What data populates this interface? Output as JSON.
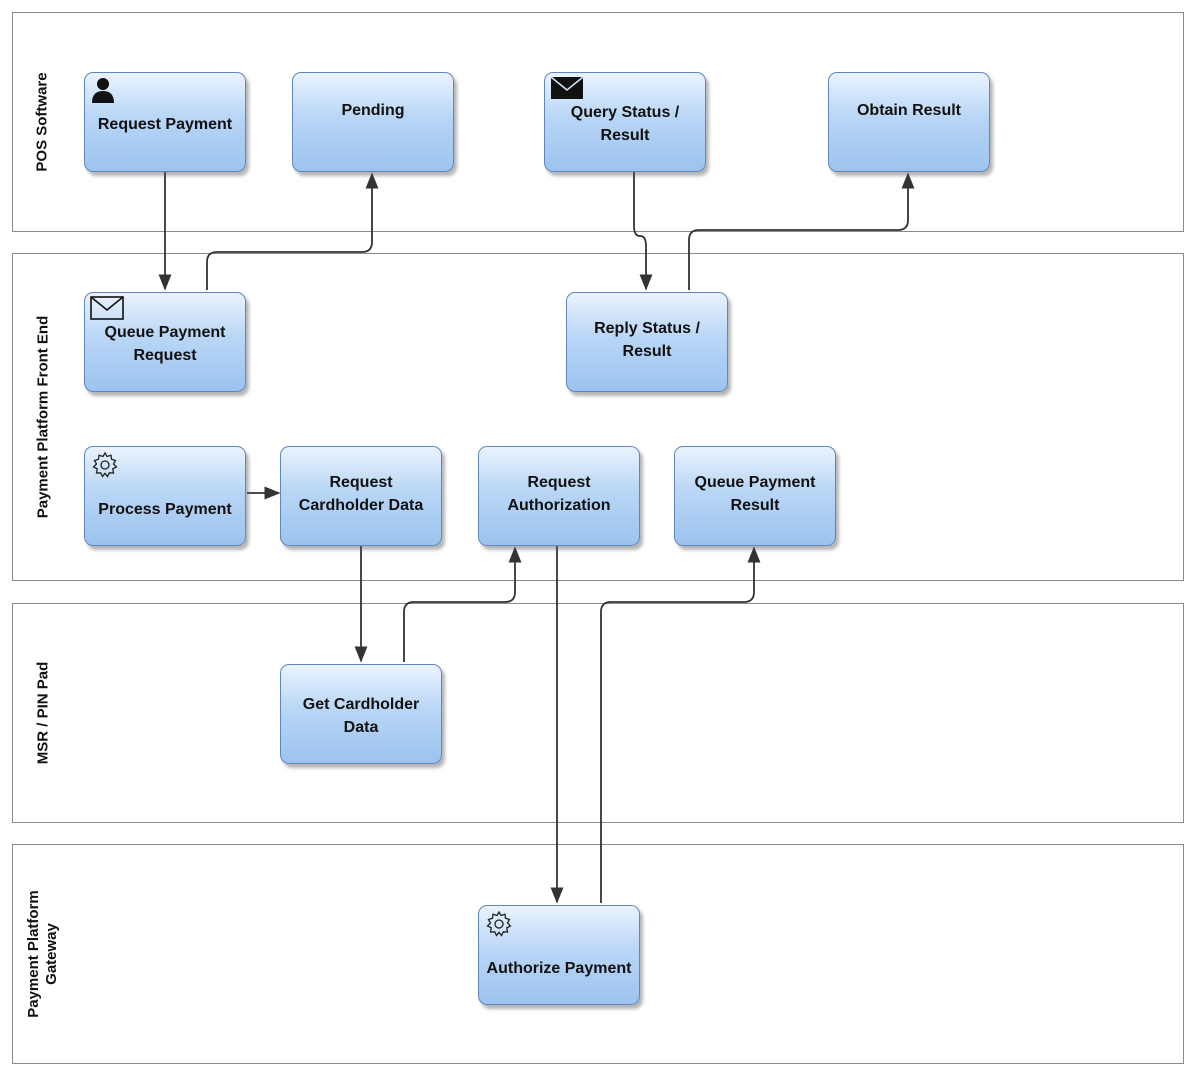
{
  "lanes": [
    {
      "id": "pos",
      "label": "POS Software"
    },
    {
      "id": "front",
      "label": "Payment Platform Front End"
    },
    {
      "id": "msr",
      "label": "MSR / PIN Pad"
    },
    {
      "id": "gateway",
      "label": "Payment Platform\nGateway"
    }
  ],
  "tasks": [
    {
      "id": "request_payment",
      "label": "Request Payment",
      "icon": "user-icon"
    },
    {
      "id": "pending",
      "label": "Pending",
      "icon": ""
    },
    {
      "id": "query_status",
      "label": "Query Status /\nResult",
      "icon": "envelope-icon"
    },
    {
      "id": "obtain_result",
      "label": "Obtain Result",
      "icon": ""
    },
    {
      "id": "queue_payment_request",
      "label": "Queue Payment\nRequest",
      "icon": "envelope-icon"
    },
    {
      "id": "reply_status",
      "label": "Reply Status /\nResult",
      "icon": ""
    },
    {
      "id": "process_payment",
      "label": "Process Payment",
      "icon": "gear-icon"
    },
    {
      "id": "request_cardholder_data",
      "label": "Request\nCardholder Data",
      "icon": ""
    },
    {
      "id": "request_authorization",
      "label": "Request\nAuthorization",
      "icon": ""
    },
    {
      "id": "queue_payment_result",
      "label": "Queue Payment\nResult",
      "icon": ""
    },
    {
      "id": "get_cardholder_data",
      "label": "Get Cardholder\nData",
      "icon": ""
    },
    {
      "id": "authorize_payment",
      "label": "Authorize Payment",
      "icon": "gear-icon"
    }
  ],
  "flows": [
    {
      "from": "request_payment",
      "to": "queue_payment_request"
    },
    {
      "from": "queue_payment_request",
      "to": "pending"
    },
    {
      "from": "query_status",
      "to": "reply_status"
    },
    {
      "from": "reply_status",
      "to": "obtain_result"
    },
    {
      "from": "process_payment",
      "to": "request_cardholder_data"
    },
    {
      "from": "request_cardholder_data",
      "to": "get_cardholder_data"
    },
    {
      "from": "get_cardholder_data",
      "to": "request_authorization"
    },
    {
      "from": "request_authorization",
      "to": "authorize_payment"
    },
    {
      "from": "authorize_payment",
      "to": "queue_payment_result"
    }
  ],
  "colors": {
    "task_fill_top": "#eaf3fd",
    "task_fill_bottom": "#9cc3ef",
    "task_border": "#5f86bd",
    "lane_border": "#8a8a8a",
    "flow_line": "#333333"
  }
}
